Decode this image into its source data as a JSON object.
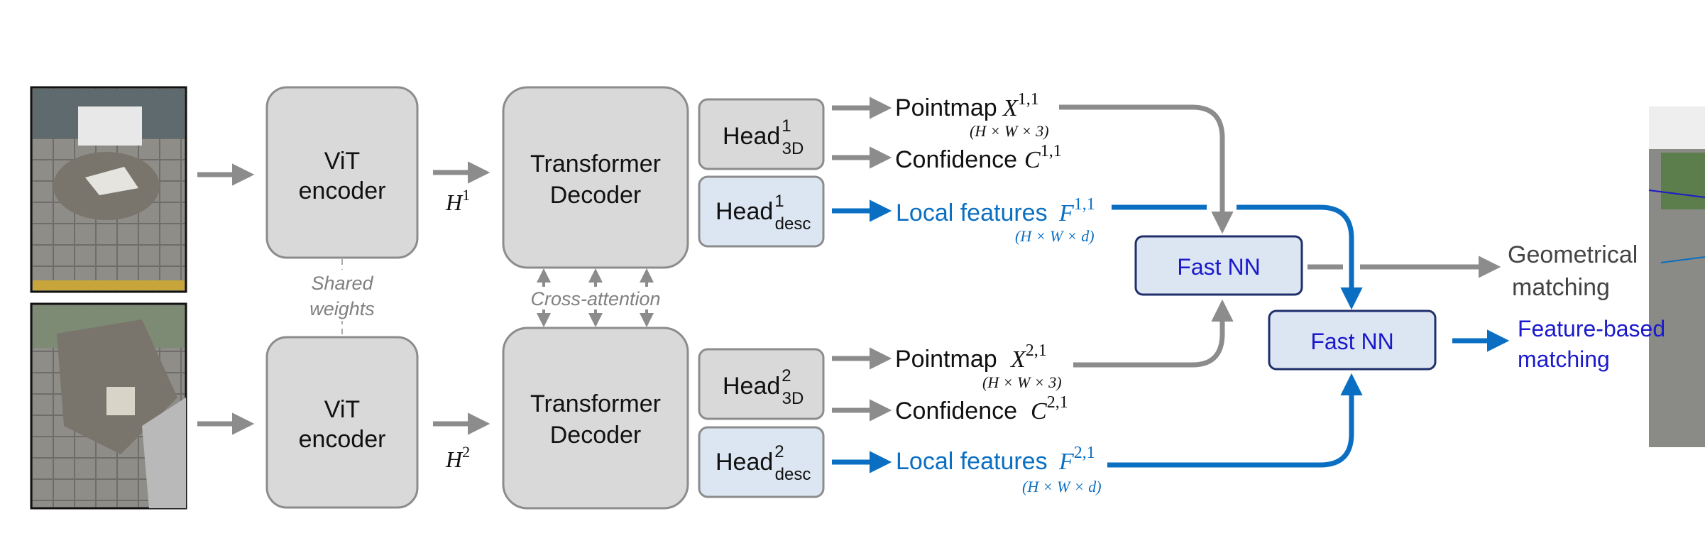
{
  "encoder": {
    "label_line1": "ViT",
    "label_line2": "encoder"
  },
  "shared_weights": {
    "line1": "Shared",
    "line2": "weights"
  },
  "decoder": {
    "label_line1": "Transformer",
    "label_line2": "Decoder"
  },
  "cross_attention": "Cross-attention",
  "tokens": {
    "h1_base": "H",
    "h1_sup": "1",
    "h2_base": "H",
    "h2_sup": "2"
  },
  "heads": {
    "head_text": "Head",
    "top_3d_sup": "1",
    "top_3d_sub": "3D",
    "top_desc_sup": "1",
    "top_desc_sub": "desc",
    "bot_3d_sup": "2",
    "bot_3d_sub": "3D",
    "bot_desc_sup": "2",
    "bot_desc_sub": "desc"
  },
  "outputs": {
    "pointmap_label": "Pointmap",
    "confidence_label": "Confidence",
    "local_features_label": "Local features",
    "X": "X",
    "C": "C",
    "F": "F",
    "sup_11": "1,1",
    "sup_21": "2,1",
    "dim_3": "(H × W × 3)",
    "dim_d": "(H × W × d)"
  },
  "fast_nn": {
    "label": "Fast NN"
  },
  "results": {
    "geometric_line1": "Geometrical",
    "geometric_line2": "matching",
    "feature_line1": "Feature-based",
    "feature_line2": "matching"
  },
  "colors": {
    "grey_box": "#d9d9d9",
    "blue_box": "#dce6f2",
    "arrow_grey": "#8c8c8c",
    "arrow_blue": "#0a6fc2",
    "nn_text": "#1a1acc"
  }
}
